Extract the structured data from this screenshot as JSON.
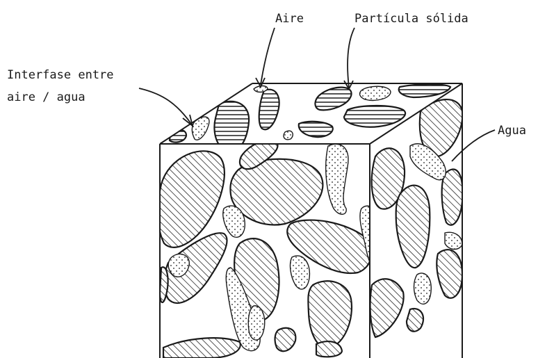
{
  "labels": {
    "aire": "Aire",
    "particula_solida": "Partícula sólida",
    "interfase_line1": "Interfase entre",
    "interfase_line2": "aire / agua",
    "agua": "Agua"
  },
  "colors": {
    "ink": "#1a1a1a",
    "background": "#ffffff"
  }
}
